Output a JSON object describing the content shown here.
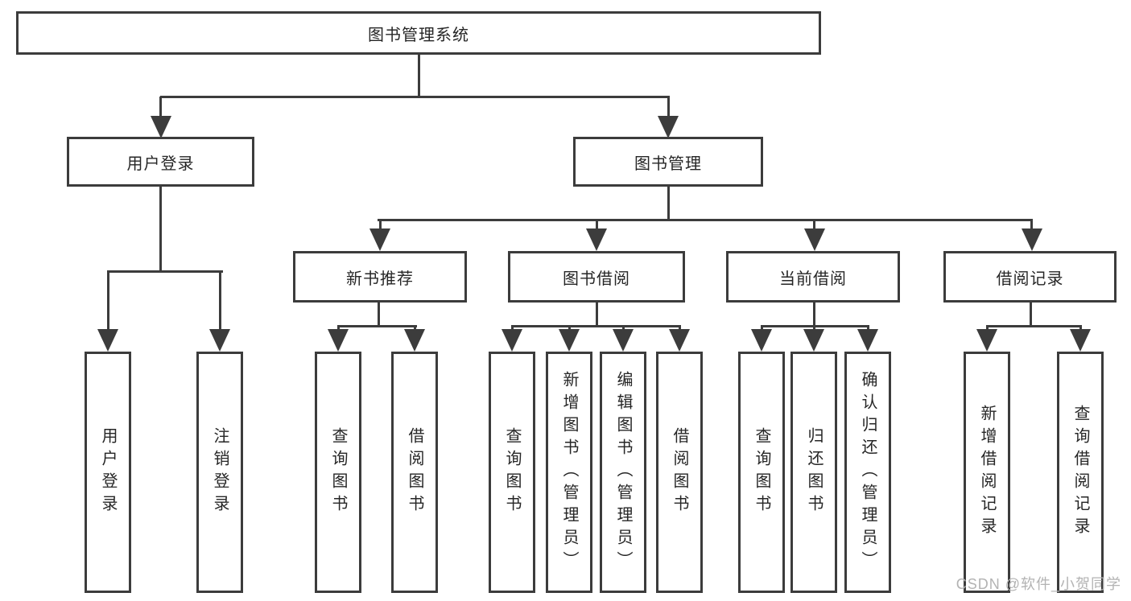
{
  "diagram": {
    "type": "hierarchy-tree",
    "root": {
      "label": "图书管理系统"
    },
    "branches": [
      {
        "label": "用户登录",
        "children": [
          {
            "label": "用户登录"
          },
          {
            "label": "注销登录"
          }
        ]
      },
      {
        "label": "图书管理",
        "children": [
          {
            "label": "新书推荐",
            "children": [
              {
                "label": "查询图书"
              },
              {
                "label": "借阅图书"
              }
            ]
          },
          {
            "label": "图书借阅",
            "children": [
              {
                "label": "查询图书"
              },
              {
                "label": "新增图书（管理员）"
              },
              {
                "label": "编辑图书（管理员）"
              },
              {
                "label": "借阅图书"
              }
            ]
          },
          {
            "label": "当前借阅",
            "children": [
              {
                "label": "查询图书"
              },
              {
                "label": "归还图书"
              },
              {
                "label": "确认归还（管理员）"
              }
            ]
          },
          {
            "label": "借阅记录",
            "children": [
              {
                "label": "新增借阅记录"
              },
              {
                "label": "查询借阅记录"
              }
            ]
          }
        ]
      }
    ]
  },
  "watermark": {
    "text": "CSDN @软件_小贺同学"
  },
  "colors": {
    "line": "#3c3c3c",
    "text": "#262626",
    "background": "#ffffff",
    "watermark": "#b3b3b3"
  }
}
